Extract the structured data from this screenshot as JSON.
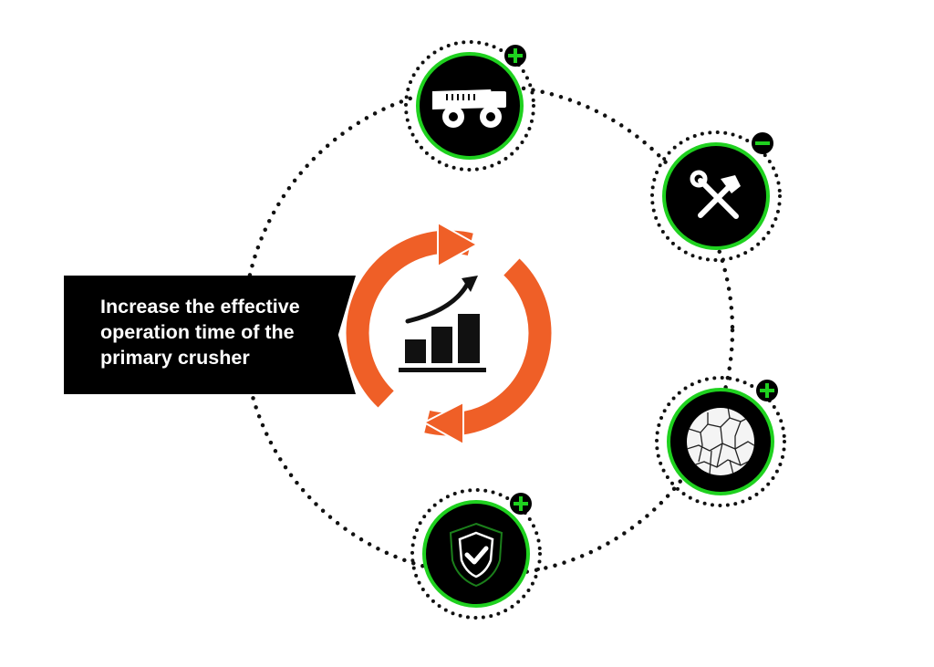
{
  "label": {
    "line1": "Increase the effective",
    "line2": "operation time of the",
    "line3": "primary crusher"
  },
  "colors": {
    "accent_orange": "#ef5f27",
    "accent_green": "#1fd11f",
    "node_fill": "#000000",
    "dots": "#111111"
  },
  "center_node": {
    "icon": "growth-chart-icon"
  },
  "nodes": [
    {
      "id": "truck",
      "icon": "haul-truck-icon",
      "badge": "plus"
    },
    {
      "id": "tools",
      "icon": "wrench-hammer-icon",
      "badge": "minus"
    },
    {
      "id": "rock",
      "icon": "cracked-rock-icon",
      "badge": "plus"
    },
    {
      "id": "safety",
      "icon": "shield-checkmark-icon",
      "badge": "plus"
    }
  ]
}
